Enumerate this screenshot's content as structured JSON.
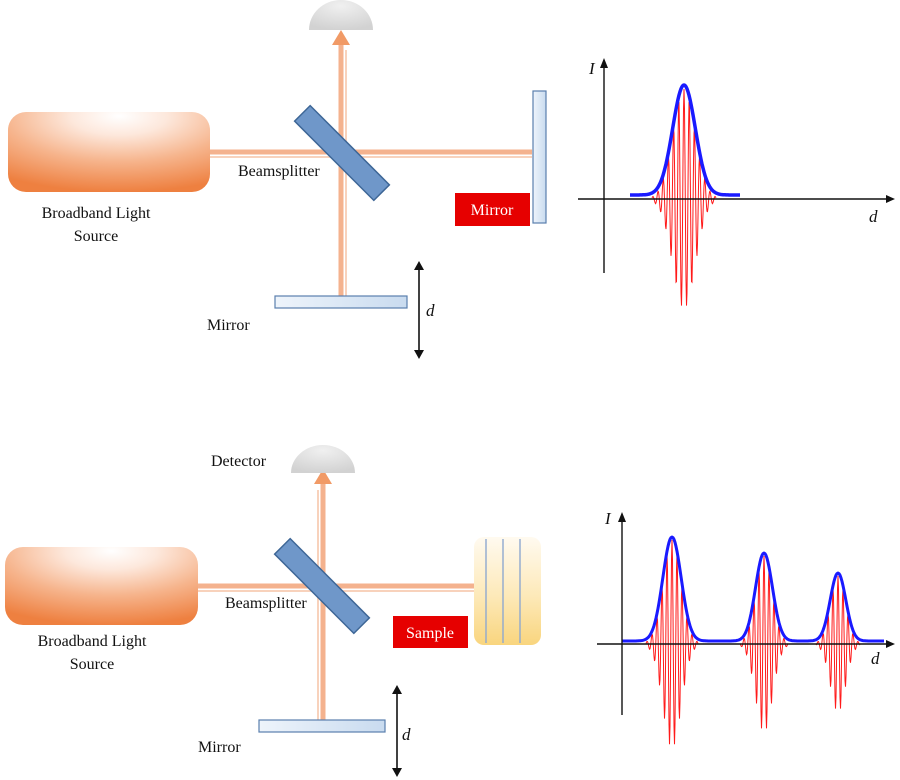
{
  "colors": {
    "beam": "#f2a57a",
    "beam_arrow": "#f19a66",
    "beamsplitter_fill": "#6f97c9",
    "beamsplitter_stroke": "#3d6696",
    "mirror_fill": "#dbe7f4",
    "mirror_stroke": "#5a7fae",
    "detector": "#dcdcdc",
    "label_box": "#e60000",
    "envelope": "#1a1aff",
    "fringes": "#ff1a1a",
    "sample_yellow": "#fbe3a6"
  },
  "top_setup": {
    "source_label_line1": "Broadband Light",
    "source_label_line2": "Source",
    "beamsplitter_label": "Beamsplitter",
    "fixed_mirror_label": "Mirror",
    "moving_mirror_label": "Mirror",
    "displacement_label": "d",
    "graph": {
      "y_axis_label": "I",
      "x_axis_label": "d"
    }
  },
  "bottom_setup": {
    "detector_label": "Detector",
    "source_label_line1": "Broadband Light",
    "source_label_line2": "Source",
    "beamsplitter_label": "Beamsplitter",
    "sample_label": "Sample",
    "moving_mirror_label": "Mirror",
    "displacement_label": "d",
    "graph": {
      "y_axis_label": "I",
      "x_axis_label": "d"
    }
  }
}
